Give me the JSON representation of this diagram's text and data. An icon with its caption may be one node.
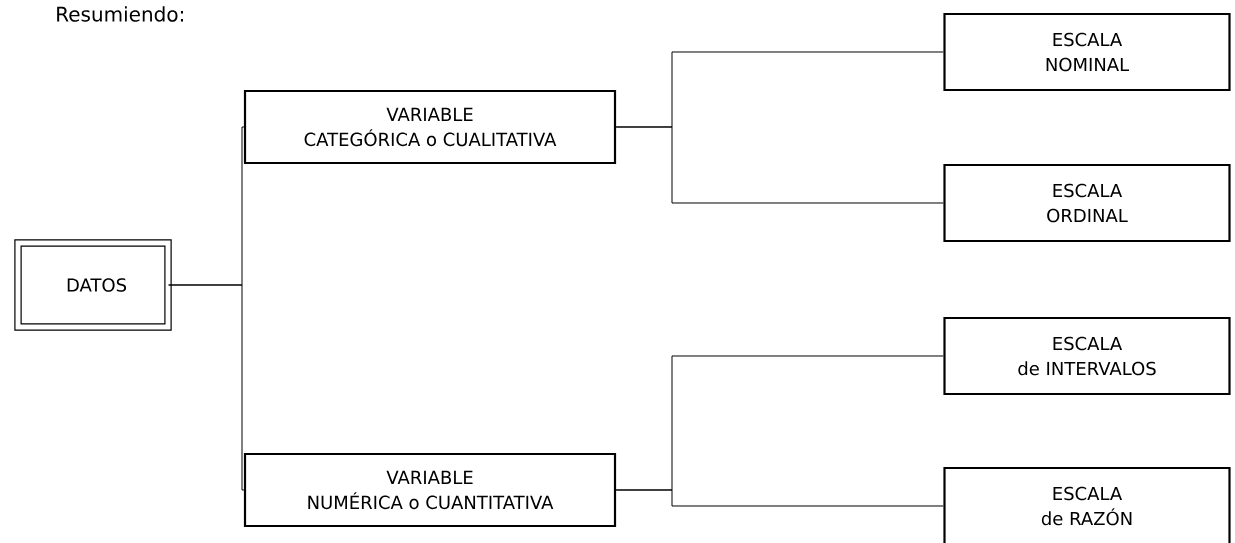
{
  "diagram": {
    "title": "Resumiendo:",
    "nodes": [
      {
        "text": [
          "DATOS"
        ]
      },
      {
        "text": [
          "VARIABLE CATEGÓRICA o CUALITATIVA"
        ]
      },
      {
        "text": [
          "VARIABLE NUMÉRICA o CUANTITATIVA"
        ]
      },
      {
        "text": [
          "ESCALA NOMINAL"
        ]
      },
      {
        "text": [
          "ESCALA ORDINAL"
        ]
      },
      {
        "text": [
          "ESCALA de INTERVALOS"
        ]
      },
      {
        "text": [
          "ESCALA de RAZÓN"
        ]
      }
    ],
    "edges": [
      {
        "from": 0,
        "to": 1,
        "arrow": "none"
      },
      {
        "from": 0,
        "to": 2,
        "arrow": "none"
      },
      {
        "from": 1,
        "to": 3,
        "arrow": "none"
      },
      {
        "from": 1,
        "to": 4,
        "arrow": "none"
      },
      {
        "from": 2,
        "to": 5,
        "arrow": "none"
      },
      {
        "from": 2,
        "to": 6,
        "arrow": "none"
      }
    ]
  }
}
